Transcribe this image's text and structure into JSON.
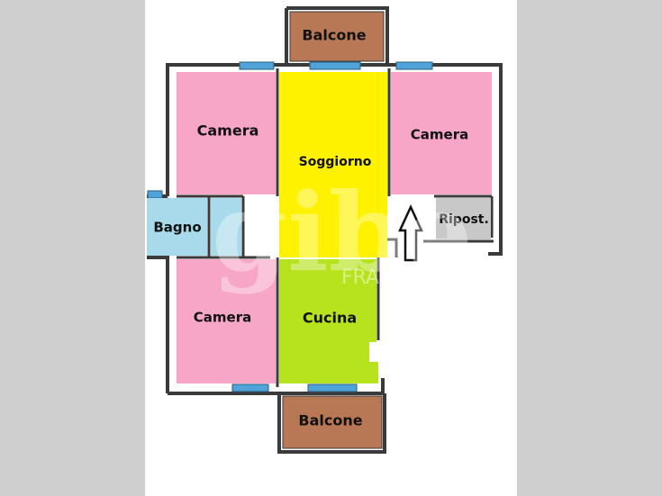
{
  "colors": {
    "page": "#ffffff",
    "side_bands": "#cfcfcf",
    "wall": "#3a3a3a",
    "window": "#4fa3d8",
    "balcony": "#b87855",
    "bedroom": "#f8a6c8",
    "living": "#fff200",
    "kitchen": "#b6e31e",
    "bathroom": "#a9daeb",
    "storage": "#c8c8c8"
  },
  "rooms": {
    "balcone_top": {
      "label": "Balcone"
    },
    "camera_top_left": {
      "label": "Camera"
    },
    "soggiorno": {
      "label": "Soggiorno"
    },
    "camera_top_right": {
      "label": "Camera"
    },
    "bagno": {
      "label": "Bagno"
    },
    "ripost": {
      "label": "Ripost."
    },
    "camera_bottom_left": {
      "label": "Camera"
    },
    "cucina": {
      "label": "Cucina"
    },
    "balcone_bottom": {
      "label": "Balcone"
    }
  },
  "entrance": {
    "icon": "arrow-up-icon"
  },
  "watermark": {
    "icon": "logo-watermark"
  }
}
